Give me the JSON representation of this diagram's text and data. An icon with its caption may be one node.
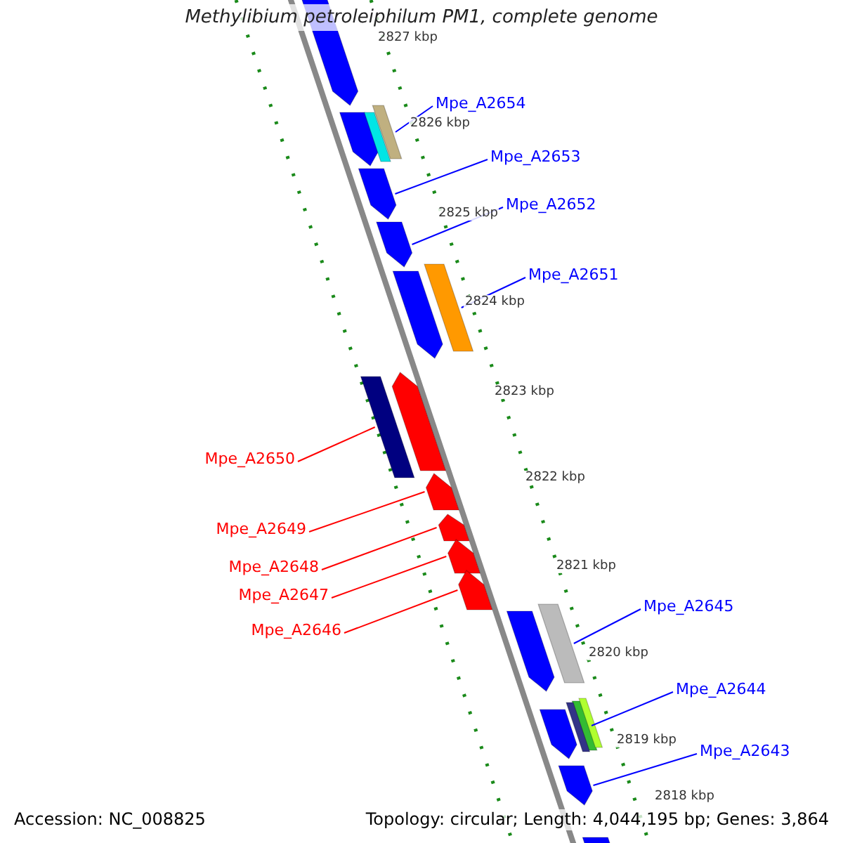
{
  "diagram": {
    "title": "Methylibium petroleiphilum PM1, complete genome",
    "nodes": [
      {
        "text": [
          "Mpe_A2654"
        ]
      },
      {
        "text": [
          "Mpe_A2653"
        ]
      },
      {
        "text": [
          "Mpe_A2652"
        ]
      },
      {
        "text": [
          "Mpe_A2651"
        ]
      },
      {
        "text": [
          "Mpe_A2650"
        ]
      },
      {
        "text": [
          "Mpe_A2649"
        ]
      },
      {
        "text": [
          "Mpe_A2648"
        ]
      },
      {
        "text": [
          "Mpe_A2647"
        ]
      },
      {
        "text": [
          "Mpe_A2646"
        ]
      },
      {
        "text": [
          "Mpe_A2645"
        ]
      },
      {
        "text": [
          "Mpe_A2644"
        ]
      },
      {
        "text": [
          "Mpe_A2643"
        ]
      },
      {
        "text": [],
        "shape": "bar"
      },
      {
        "text": [],
        "shape": "arrow"
      },
      {
        "text": [],
        "shape": "arrow"
      },
      {
        "text": [],
        "shape": "bar"
      },
      {
        "text": [],
        "shape": "bar"
      },
      {
        "text": [],
        "shape": "arrow"
      },
      {
        "text": [],
        "shape": "arrow"
      },
      {
        "text": [],
        "shape": "arrow"
      },
      {
        "text": [],
        "shape": "arrow"
      },
      {
        "text": [],
        "shape": "bar"
      },
      {
        "text": [],
        "shape": "bar"
      },
      {
        "text": [],
        "shape": "arrow"
      },
      {
        "text": [],
        "shape": "arrow"
      },
      {
        "text": [],
        "shape": "arrow"
      },
      {
        "text": [],
        "shape": "bar"
      },
      {
        "text": [],
        "shape": "arrow"
      },
      {
        "text": [],
        "shape": "arrow"
      },
      {
        "text": [],
        "shape": "arrow"
      },
      {
        "text": [],
        "shape": "arrow"
      },
      {
        "text": [],
        "shape": "bar"
      },
      {
        "text": [],
        "shape": "bar"
      },
      {
        "text": [],
        "shape": "arrow"
      }
    ],
    "edges": [
      {
        "from": 0,
        "to": 12,
        "arrow": "none"
      },
      {
        "from": 1,
        "to": 13,
        "arrow": "none"
      },
      {
        "from": 2,
        "to": 14,
        "arrow": "none"
      },
      {
        "from": 3,
        "to": 15,
        "arrow": "none"
      },
      {
        "from": 4,
        "to": 16,
        "arrow": "none",
        "color": "#ff0000"
      },
      {
        "from": 5,
        "to": 17,
        "arrow": "none",
        "color": "#ff0000"
      },
      {
        "from": 6,
        "to": 18,
        "arrow": "none",
        "color": "#ff0000"
      },
      {
        "from": 7,
        "to": 19,
        "arrow": "none",
        "color": "#ff0000"
      },
      {
        "from": 8,
        "to": 20,
        "arrow": "none",
        "color": "#ff0000"
      },
      {
        "from": 9,
        "to": 21,
        "arrow": "none"
      },
      {
        "from": 10,
        "to": 22,
        "arrow": "none"
      },
      {
        "from": 11,
        "to": 23,
        "arrow": "none"
      }
    ],
    "labels": [
      "2827 kbp",
      "2826 kbp",
      "2825 kbp",
      "2824 kbp",
      "2823 kbp",
      "2822 kbp",
      "2821 kbp",
      "2820 kbp",
      "2819 kbp",
      "2818 kbp",
      "Accession: NC_008825",
      "Topology: circular; Length: 4,044,195 bp; Genes: 3,864"
    ]
  }
}
